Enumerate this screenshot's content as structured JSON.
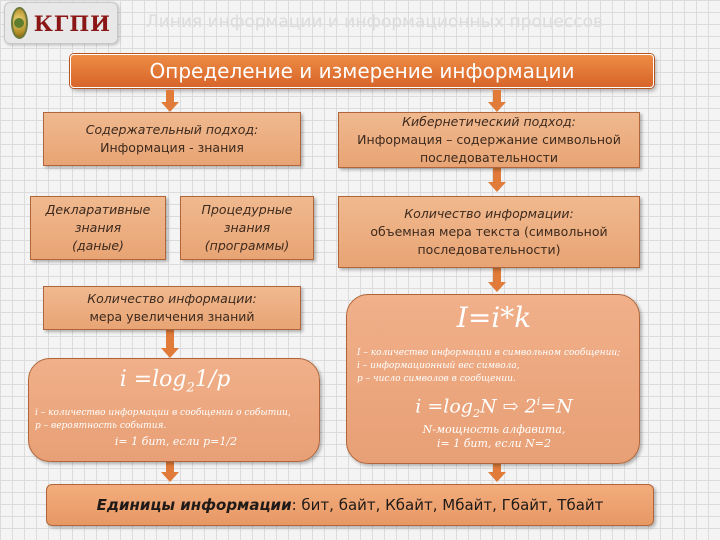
{
  "header": {
    "logo_text": "КГПИ",
    "faded_title": "Линия информации и информационных процессов"
  },
  "main_title": "Определение и измерение информации",
  "left": {
    "content_approach": {
      "title": "Содержательный подход:",
      "text": "Информация - знания"
    },
    "declarative": {
      "line1": "Декларативные",
      "line2": "знания",
      "line3": "(даные)"
    },
    "procedural": {
      "line1": "Процедурные",
      "line2": "знания",
      "line3": "(программы)"
    },
    "quantity": {
      "title": "Количество информации:",
      "text": "мера увеличения знаний"
    },
    "formula": {
      "prefix": "i =log",
      "sub": "2",
      "suffix": "1/p"
    },
    "notes": {
      "line1": "i – количество информации в сообщении о событии,",
      "line2": "p – вероятность события.",
      "line3": "i= 1 бит, если p=1/2"
    }
  },
  "right": {
    "cyber_approach": {
      "title": "Кибернетический подход:",
      "line1": "Информация – содержание символьной",
      "line2": "последовательности"
    },
    "quantity": {
      "title": "Количество информации:",
      "line1": "объемная мера текста (символьной",
      "line2": "последовательности)"
    },
    "formula_main": "I=i*k",
    "notes": {
      "line1": "I – количество информации в символьном сообщении;",
      "line2": "i – информационный вес символа,",
      "line3": "p – число символов в сообщении."
    },
    "formula2": {
      "prefix": "i =log",
      "sub": "2",
      "mid": "N",
      "arrow": "⇨",
      "base": "2",
      "exp": "i",
      "suffix": "=N"
    },
    "formula2_notes": {
      "line1": "N-мощность алфавита,",
      "line2": "i= 1 бит, если N=2"
    }
  },
  "units": {
    "label": "Единицы информации",
    "text": ": бит, байт, Кбайт, Мбайт, Гбайт, Тбайт"
  },
  "colors": {
    "accent": "#e07b3a",
    "box_fill": "#eca97c",
    "title_bar": "#e2733a"
  }
}
